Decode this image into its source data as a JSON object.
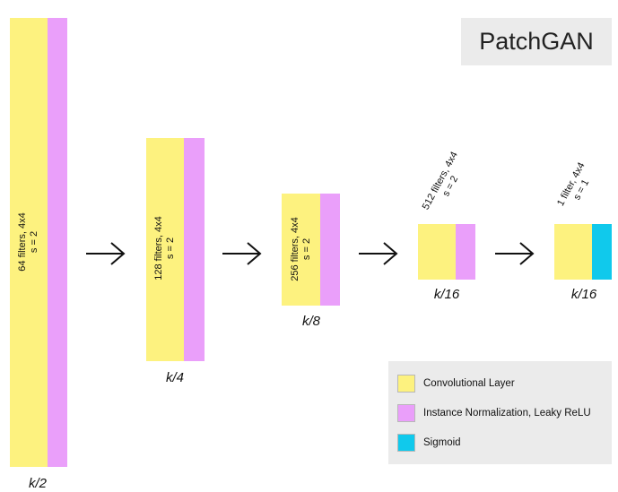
{
  "title": "PatchGAN",
  "colors": {
    "convolutional": "#fdf27f",
    "normalization": "#ea9ffa",
    "sigmoid": "#10c9ec",
    "panel_background": "#ebebeb"
  },
  "layers": [
    {
      "label_line1": "64 filters, 4x4",
      "label_line2": "s = 2",
      "size_label": "k/2",
      "end_layer": "normalization"
    },
    {
      "label_line1": "128 filters, 4x4",
      "label_line2": "s = 2",
      "size_label": "k/4",
      "end_layer": "normalization"
    },
    {
      "label_line1": "256 filters, 4x4",
      "label_line2": "s = 2",
      "size_label": "k/8",
      "end_layer": "normalization"
    },
    {
      "label_line1": "512 filters, 4x4",
      "label_line2": "s = 2",
      "size_label": "k/16",
      "end_layer": "normalization"
    },
    {
      "label_line1": "1 filter, 4x4",
      "label_line2": "s = 1",
      "size_label": "k/16",
      "end_layer": "sigmoid"
    }
  ],
  "arrow_icon": "right-arrow-icon",
  "legend": {
    "items": [
      {
        "label": "Convolutional Layer",
        "color": "#fdf27f"
      },
      {
        "label": "Instance Normalization, Leaky ReLU",
        "color": "#ea9ffa"
      },
      {
        "label": "Sigmoid",
        "color": "#10c9ec"
      }
    ]
  }
}
